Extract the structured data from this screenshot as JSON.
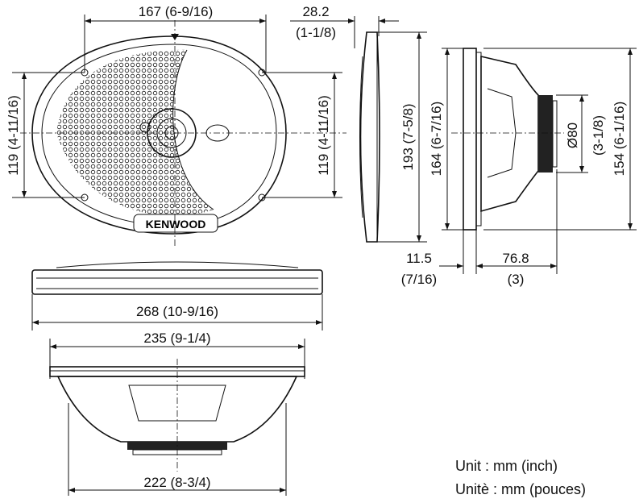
{
  "brand_logo": "KENWOOD",
  "dimensions": {
    "grille_width": "167 (6-9/16)",
    "mount_depth_mm": "28.2",
    "mount_depth_in": "(1-1/8)",
    "front_height_left": "119 (4-11/16)",
    "front_height_right": "119 (4-11/16)",
    "side_height": "193 (7-5/8)",
    "basket_height": "164 (6-7/16)",
    "magnet_diameter_mm": "Ø80",
    "magnet_diameter_in": "(3-1/8)",
    "cutout_height": "154 (6-1/16)",
    "flange_thickness_mm": "11.5",
    "flange_thickness_in": "(7/16)",
    "depth_mm": "76.8",
    "depth_in": "(3)",
    "overall_width": "268 (10-9/16)",
    "cutout_width": "235 (9-1/4)",
    "basket_width": "222 (8-3/4)"
  },
  "units": {
    "english": "Unit : mm (inch)",
    "french": "Unitè : mm (pouces)"
  }
}
